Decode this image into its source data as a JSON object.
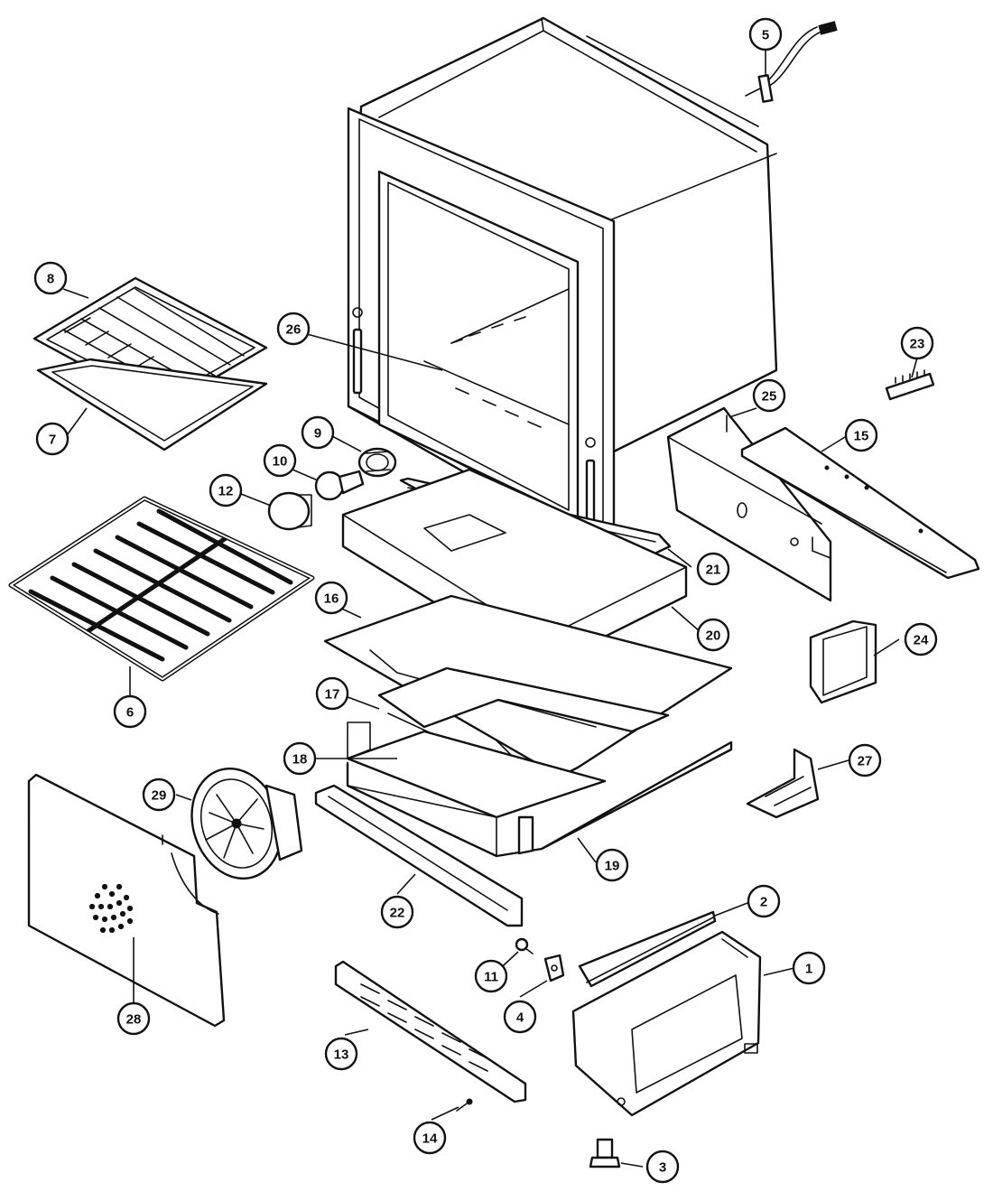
{
  "callouts": [
    {
      "id": "1",
      "label": "1"
    },
    {
      "id": "2",
      "label": "2"
    },
    {
      "id": "3",
      "label": "3"
    },
    {
      "id": "4",
      "label": "4"
    },
    {
      "id": "5",
      "label": "5"
    },
    {
      "id": "6",
      "label": "6"
    },
    {
      "id": "7",
      "label": "7"
    },
    {
      "id": "8",
      "label": "8"
    },
    {
      "id": "9",
      "label": "9"
    },
    {
      "id": "10",
      "label": "10"
    },
    {
      "id": "11",
      "label": "11"
    },
    {
      "id": "12",
      "label": "12"
    },
    {
      "id": "13",
      "label": "13"
    },
    {
      "id": "14",
      "label": "14"
    },
    {
      "id": "15",
      "label": "15"
    },
    {
      "id": "16",
      "label": "16"
    },
    {
      "id": "17",
      "label": "17"
    },
    {
      "id": "18",
      "label": "18"
    },
    {
      "id": "19",
      "label": "19"
    },
    {
      "id": "20",
      "label": "20"
    },
    {
      "id": "21",
      "label": "21"
    },
    {
      "id": "22",
      "label": "22"
    },
    {
      "id": "23",
      "label": "23"
    },
    {
      "id": "24",
      "label": "24"
    },
    {
      "id": "25",
      "label": "25"
    },
    {
      "id": "26",
      "label": "26"
    },
    {
      "id": "27",
      "label": "27"
    },
    {
      "id": "28",
      "label": "28"
    },
    {
      "id": "29",
      "label": "29"
    }
  ],
  "colors": {
    "line": "#111111",
    "background": "#ffffff"
  }
}
